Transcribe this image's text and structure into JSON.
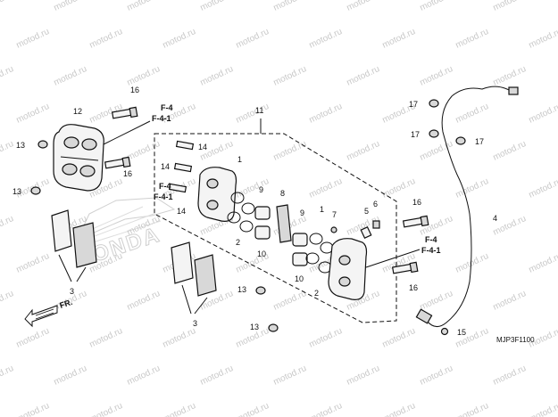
{
  "labels": {
    "l1a": "1",
    "l1b": "1",
    "l2a": "2",
    "l2b": "2",
    "l3a": "3",
    "l3b": "3",
    "l4": "4",
    "l5": "5",
    "l6": "6",
    "l7": "7",
    "l8": "8",
    "l9a": "9",
    "l9b": "9",
    "l10a": "10",
    "l10b": "10",
    "l11": "11",
    "l12": "12",
    "l13a": "13",
    "l13b": "13",
    "l13c": "13",
    "l13d": "13",
    "l14a": "14",
    "l14b": "14",
    "l14c": "14",
    "l15": "15",
    "l16a": "16",
    "l16b": "16",
    "l16c": "16",
    "l16d": "16",
    "l17a": "17",
    "l17b": "17",
    "l17c": "17"
  },
  "refs": {
    "top_f4": "F-4",
    "top_f41": "F-4-1",
    "mid_f4": "F-4",
    "mid_f41": "F-4-1",
    "right_f4": "F-4",
    "right_f41": "F-4-1"
  },
  "direction": "FR.",
  "watermark_text": "motod.ru",
  "brand": "HONDA",
  "diagram_code": "MJP3F1100"
}
